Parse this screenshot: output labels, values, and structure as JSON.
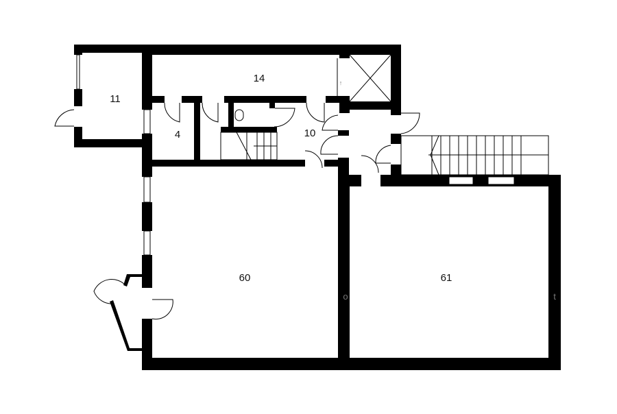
{
  "floorplan": {
    "rooms": [
      {
        "id": "room-11",
        "label": "11"
      },
      {
        "id": "room-14",
        "label": "14"
      },
      {
        "id": "room-4",
        "label": "4"
      },
      {
        "id": "room-10",
        "label": "10"
      },
      {
        "id": "room-60",
        "label": "60"
      },
      {
        "id": "room-61",
        "label": "61"
      }
    ],
    "marks": {
      "o": "o",
      "t": "t",
      "arrow": "↑"
    },
    "colors": {
      "wall": "#000000",
      "background": "#ffffff"
    }
  }
}
